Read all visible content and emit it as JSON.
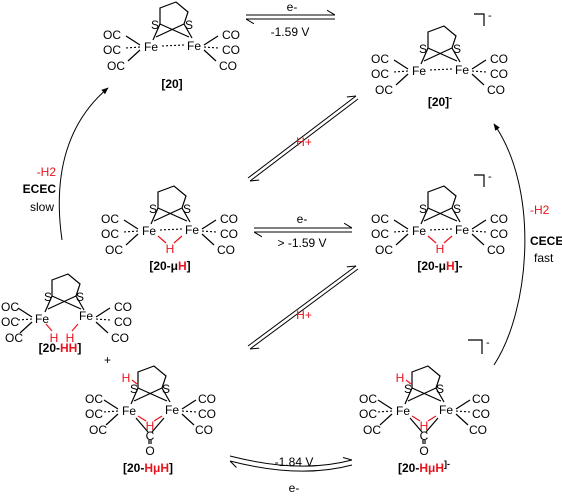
{
  "atoms": {
    "co": "OC",
    "co_r": "CO",
    "fe": "Fe",
    "s": "S",
    "h": "H",
    "c": "C",
    "o": "O",
    "minus": "-"
  },
  "compounds": {
    "c20": {
      "pre": "[20]",
      "red": "",
      "post": ""
    },
    "c20m": {
      "pre": "[20]",
      "red": "",
      "post": "-"
    },
    "c20muH": {
      "pre": "[20-μ",
      "red": "H",
      "post": "]"
    },
    "c20muHm": {
      "pre": "[20-μ",
      "red": "H",
      "post": "]-"
    },
    "c20HH": {
      "pre": "[20-",
      "red": "HH",
      "post": "]"
    },
    "c20HmuH": {
      "pre": "[20-",
      "red": "HμH",
      "post": "]"
    },
    "c20HmuHm": {
      "pre": "[20-",
      "red": "HμH",
      "post": "]-"
    }
  },
  "arrows": {
    "top_e": "e-",
    "top_potential": "-1.59 V",
    "mid_e": "e-",
    "mid_potential": "> -1.59 V",
    "bottom_potential": "-1.84 V",
    "bottom_e": "e-",
    "h_plus_upper": "H+",
    "h_plus_lower": "H+"
  },
  "pathways": {
    "left_minus_h2": "-H2",
    "left_name": "ECEC",
    "left_rate": "slow",
    "right_minus_h2": "-H2",
    "right_name": "CECE",
    "right_rate": "fast",
    "plus": "+"
  },
  "colors": {
    "accent_red": "#e8141c",
    "ink": "#000000"
  }
}
